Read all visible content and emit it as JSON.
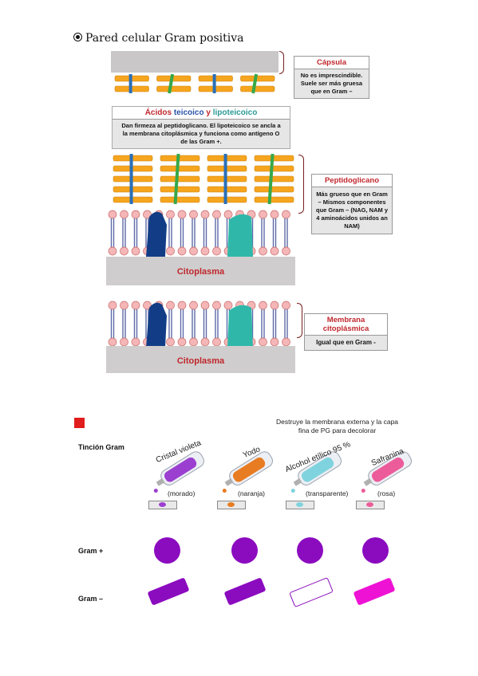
{
  "page_title": "Pared celular Gram positiva",
  "capsula": {
    "title": "Cápsula",
    "text": "No es imprescindible. Suele ser más gruesa que en Gram –"
  },
  "acidos": {
    "title_part1": "Ácidos ",
    "title_part2": "teicoico",
    "title_part3": " y ",
    "title_part4": "lipoteicoico",
    "text": "Dan firmeza al peptidoglicano. El lipoteicoico se ancla a la membrana citoplásmica y funciona como antígeno O de las Gram +."
  },
  "peptidoglicano": {
    "title": "Peptidoglicano",
    "text": "Más grueso que en Gram – Mismos componentes que Gram – (NAG, NAM y 4 aminoácidos unidos an NAM)"
  },
  "citoplasma_1": "Citoplasma",
  "membrana": {
    "title": "Membrana citoplásmica",
    "text": "Igual que en Gram -"
  },
  "citoplasma_2": "Citoplasma",
  "gram": {
    "tincion_label": "Tinción Gram",
    "note": "Destruye la membrana externa y la capa fina de PG para decolorar",
    "reagents": [
      {
        "name": "Cristal violeta",
        "result": "(morado)",
        "color": "#9b3fd0"
      },
      {
        "name": "Yodo",
        "result": "(naranja)",
        "color": "#e87c22"
      },
      {
        "name": "Alcohol etílico 95 %",
        "result": "(transparente)",
        "color": "#7fd3de"
      },
      {
        "name": "Safranina",
        "result": "(rosa)",
        "color": "#ec5c9a"
      }
    ],
    "gram_pos_label": "Gram +",
    "gram_neg_label": "Gram –",
    "pos_color": "#8b0bbf",
    "neg_colors": [
      "#8b0bbf",
      "#8b0bbf",
      "#ffffff",
      "#ee12d5"
    ]
  },
  "colors": {
    "accent_red": "#e11c1c",
    "header_red": "#c0272d",
    "teicoico_blue": "#2a53a8",
    "lipo_teal": "#2a9a96"
  }
}
